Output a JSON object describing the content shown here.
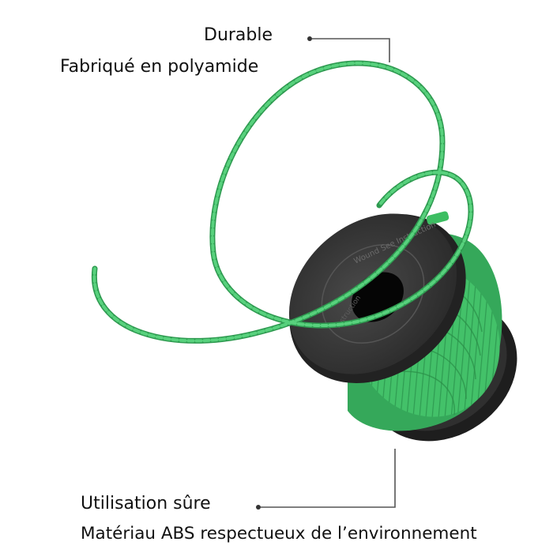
{
  "callouts": {
    "top": {
      "title": "Durable",
      "subtitle": "Fabriqué en polyamide"
    },
    "bottom": {
      "title": "Utilisation sûre",
      "subtitle": "Matériau ABS respectueux de l’environnement"
    }
  },
  "spool": {
    "label_text": "Wound See Instruction",
    "colors": {
      "line": "#3dbe62",
      "line_dark": "#2a8e47",
      "reel": "#3a3a3a",
      "reel_dark": "#1c1c1c",
      "leader": "#555555"
    }
  }
}
